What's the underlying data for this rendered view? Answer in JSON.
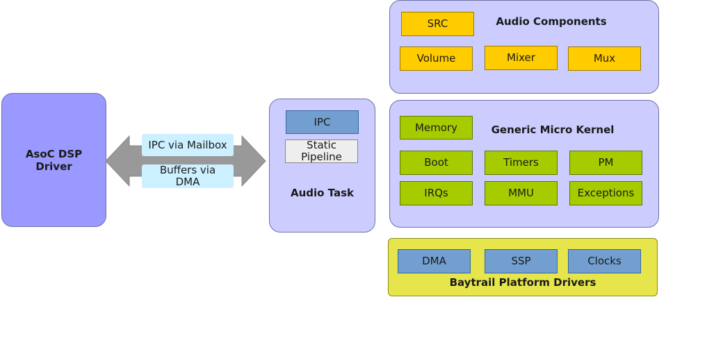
{
  "colors": {
    "panel": "#ccccff",
    "driver": "#9999ff",
    "component": "#ffcc00",
    "kernel": "#a6cc00",
    "platform_panel": "#e6e64c",
    "blue_box": "#729fcf",
    "arrow": "#999999",
    "label_bg": "#ccf0ff"
  },
  "driver": {
    "label": "AsoC DSP\nDriver"
  },
  "arrow": {
    "label_top": "IPC via Mailbox",
    "label_bottom": "Buffers via\nDMA"
  },
  "audio_task": {
    "title": "Audio Task",
    "ipc": "IPC",
    "pipeline": "Static\nPipeline"
  },
  "audio_components": {
    "title": "Audio Components",
    "src": "SRC",
    "volume": "Volume",
    "mixer": "Mixer",
    "mux": "Mux"
  },
  "micro_kernel": {
    "title": "Generic Micro Kernel",
    "memory": "Memory",
    "boot": "Boot",
    "timers": "Timers",
    "pm": "PM",
    "irqs": "IRQs",
    "mmu": "MMU",
    "exceptions": "Exceptions"
  },
  "platform": {
    "title": "Baytrail Platform Drivers",
    "dma": "DMA",
    "ssp": "SSP",
    "clocks": "Clocks"
  }
}
